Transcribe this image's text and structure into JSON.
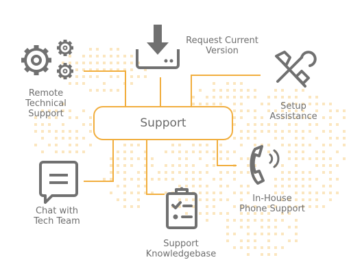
{
  "hub": {
    "label": "Support"
  },
  "nodes": {
    "remote": {
      "line1": "Remote",
      "line2": "Technical",
      "line3": "Support",
      "icon": "gears-icon"
    },
    "request": {
      "line1": "Request Current",
      "line2": "Version",
      "icon": "download-icon"
    },
    "setup": {
      "line1": "Setup",
      "line2": "Assistance",
      "icon": "tools-icon"
    },
    "chat": {
      "line1": "Chat with",
      "line2": "Tech Team",
      "icon": "chat-bubble-icon"
    },
    "knowledge": {
      "line1": "Support",
      "line2": "Knowledgebase",
      "icon": "clipboard-checklist-icon"
    },
    "phone": {
      "line1": "In-House",
      "line2": "Phone Support",
      "icon": "phone-icon"
    }
  },
  "colors": {
    "accent": "#f1ad3c",
    "icon": "#707070",
    "text": "#6e6e6e",
    "map_dots": "#fbe6bf"
  }
}
